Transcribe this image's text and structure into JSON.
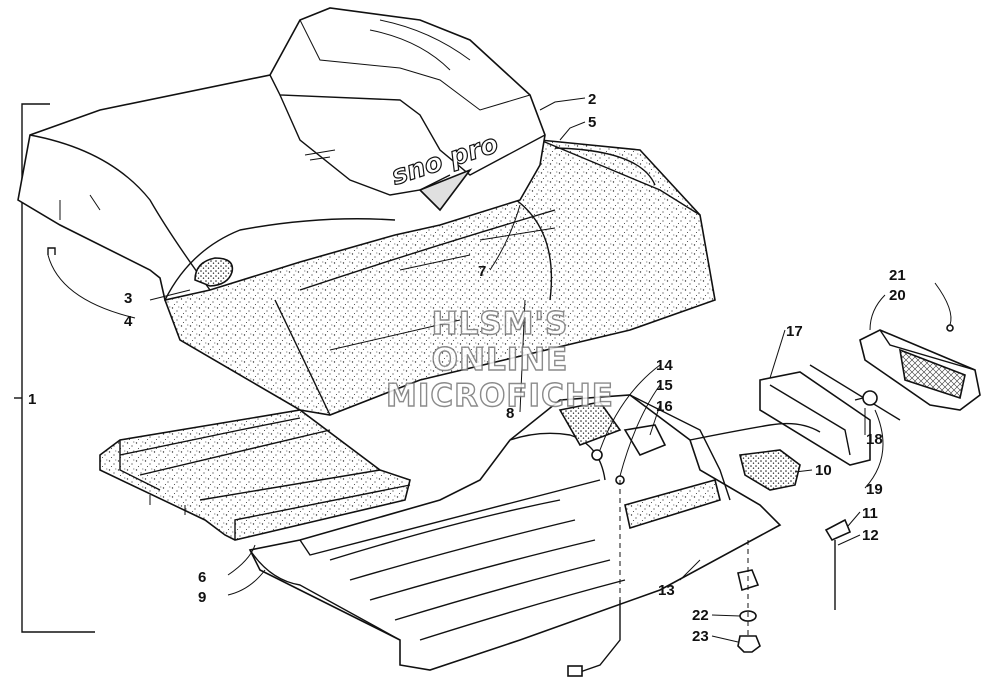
{
  "callouts": {
    "c1": "1",
    "c2": "2",
    "c3": "3",
    "c4": "4",
    "c5": "5",
    "c6": "6",
    "c7": "7",
    "c8": "8",
    "c9": "9",
    "c10": "10",
    "c11": "11",
    "c12": "12",
    "c13": "13",
    "c14": "14",
    "c15": "15",
    "c16": "16",
    "c17": "17",
    "c18": "18",
    "c19": "19",
    "c20": "20",
    "c21": "21",
    "c22": "22",
    "c23": "23"
  },
  "seat_logo": "sno pro",
  "watermark": {
    "line1": "HLSM'S",
    "line2": "ONLINE",
    "line3": "MICROFICHE"
  },
  "colors": {
    "ink": "#111111",
    "paper": "#ffffff",
    "foam": "#cfcfcf",
    "lens": "#bdbdbd"
  }
}
